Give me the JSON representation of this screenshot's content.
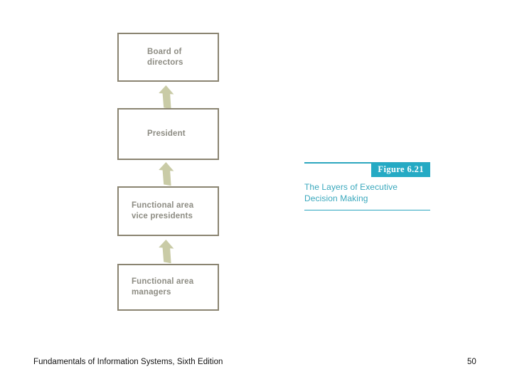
{
  "slide": {
    "background_color": "#ffffff",
    "diagram": {
      "name": "executive-decision-making-layers",
      "node_fill": "#ffffff",
      "node_border_color": "#8a8471",
      "node_shadow_color": "#8a8471",
      "node_text_color": "#8d8c83",
      "arrow_color": "#c9cba6",
      "arrow_direction": "up",
      "nodes": [
        {
          "id": "board-of-directors",
          "label": "Board of\ndirectors"
        },
        {
          "id": "president",
          "label": "President"
        },
        {
          "id": "functional-area-vice-presidents",
          "label": "Functional area\nvice presidents"
        },
        {
          "id": "functional-area-managers",
          "label": "Functional area\nmanagers"
        }
      ],
      "arrows": [
        {
          "id": "arrow-president-to-board",
          "icon": "arrow-up-icon"
        },
        {
          "id": "arrow-vps-to-president",
          "icon": "arrow-up-icon"
        },
        {
          "id": "arrow-managers-to-vps",
          "icon": "arrow-up-icon"
        }
      ]
    },
    "caption": {
      "badge_label": "Figure 6.21",
      "badge_color": "#25aac4",
      "badge_text_color": "#ffffff",
      "title": "The Layers of Executive\nDecision Making",
      "title_color": "#3aa8bd",
      "rule_color": "#2ca6bf"
    },
    "footer": {
      "book_title": "Fundamentals of Information Systems, Sixth Edition",
      "page_number": "50",
      "text_color": "#111111"
    }
  }
}
